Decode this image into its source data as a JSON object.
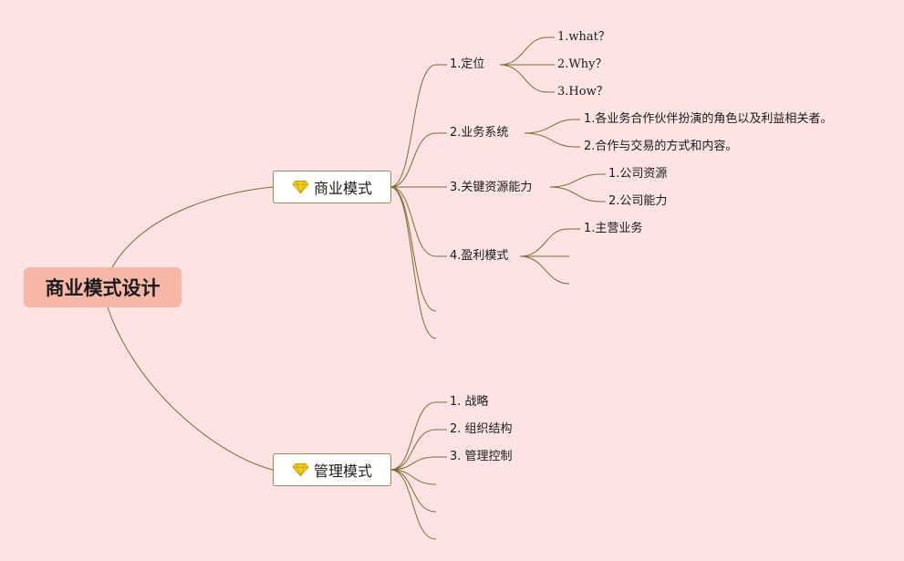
{
  "root": {
    "label": "商业模式设计"
  },
  "branches": [
    {
      "label": "商业模式",
      "icon": "diamond-icon",
      "children": [
        {
          "label": "1.定位",
          "children": [
            "1.what？",
            "2.Why？",
            "3.How？"
          ]
        },
        {
          "label": "2.业务系统",
          "children": [
            "1.各业务合作伙伴扮演的角色以及利益相关者。",
            "2.合作与交易的方式和内容。"
          ]
        },
        {
          "label": "3.关键资源能力",
          "children": [
            "1.公司资源",
            "2.公司能力"
          ]
        },
        {
          "label": "4.盈利模式",
          "children": [
            "1.主营业务",
            "",
            ""
          ]
        },
        {
          "label": "",
          "children": []
        },
        {
          "label": "",
          "children": []
        }
      ]
    },
    {
      "label": "管理模式",
      "icon": "diamond-icon",
      "children": [
        {
          "label": "1. 战略",
          "children": []
        },
        {
          "label": "2. 组织结构",
          "children": []
        },
        {
          "label": "3. 管理控制",
          "children": []
        },
        {
          "label": "",
          "children": []
        },
        {
          "label": "",
          "children": []
        },
        {
          "label": "",
          "children": []
        }
      ]
    }
  ],
  "colors": {
    "background": "#fde3e3",
    "root_fill": "#f6b7a6",
    "edge": "#7a6a2e",
    "diamond": "#f5d020"
  }
}
